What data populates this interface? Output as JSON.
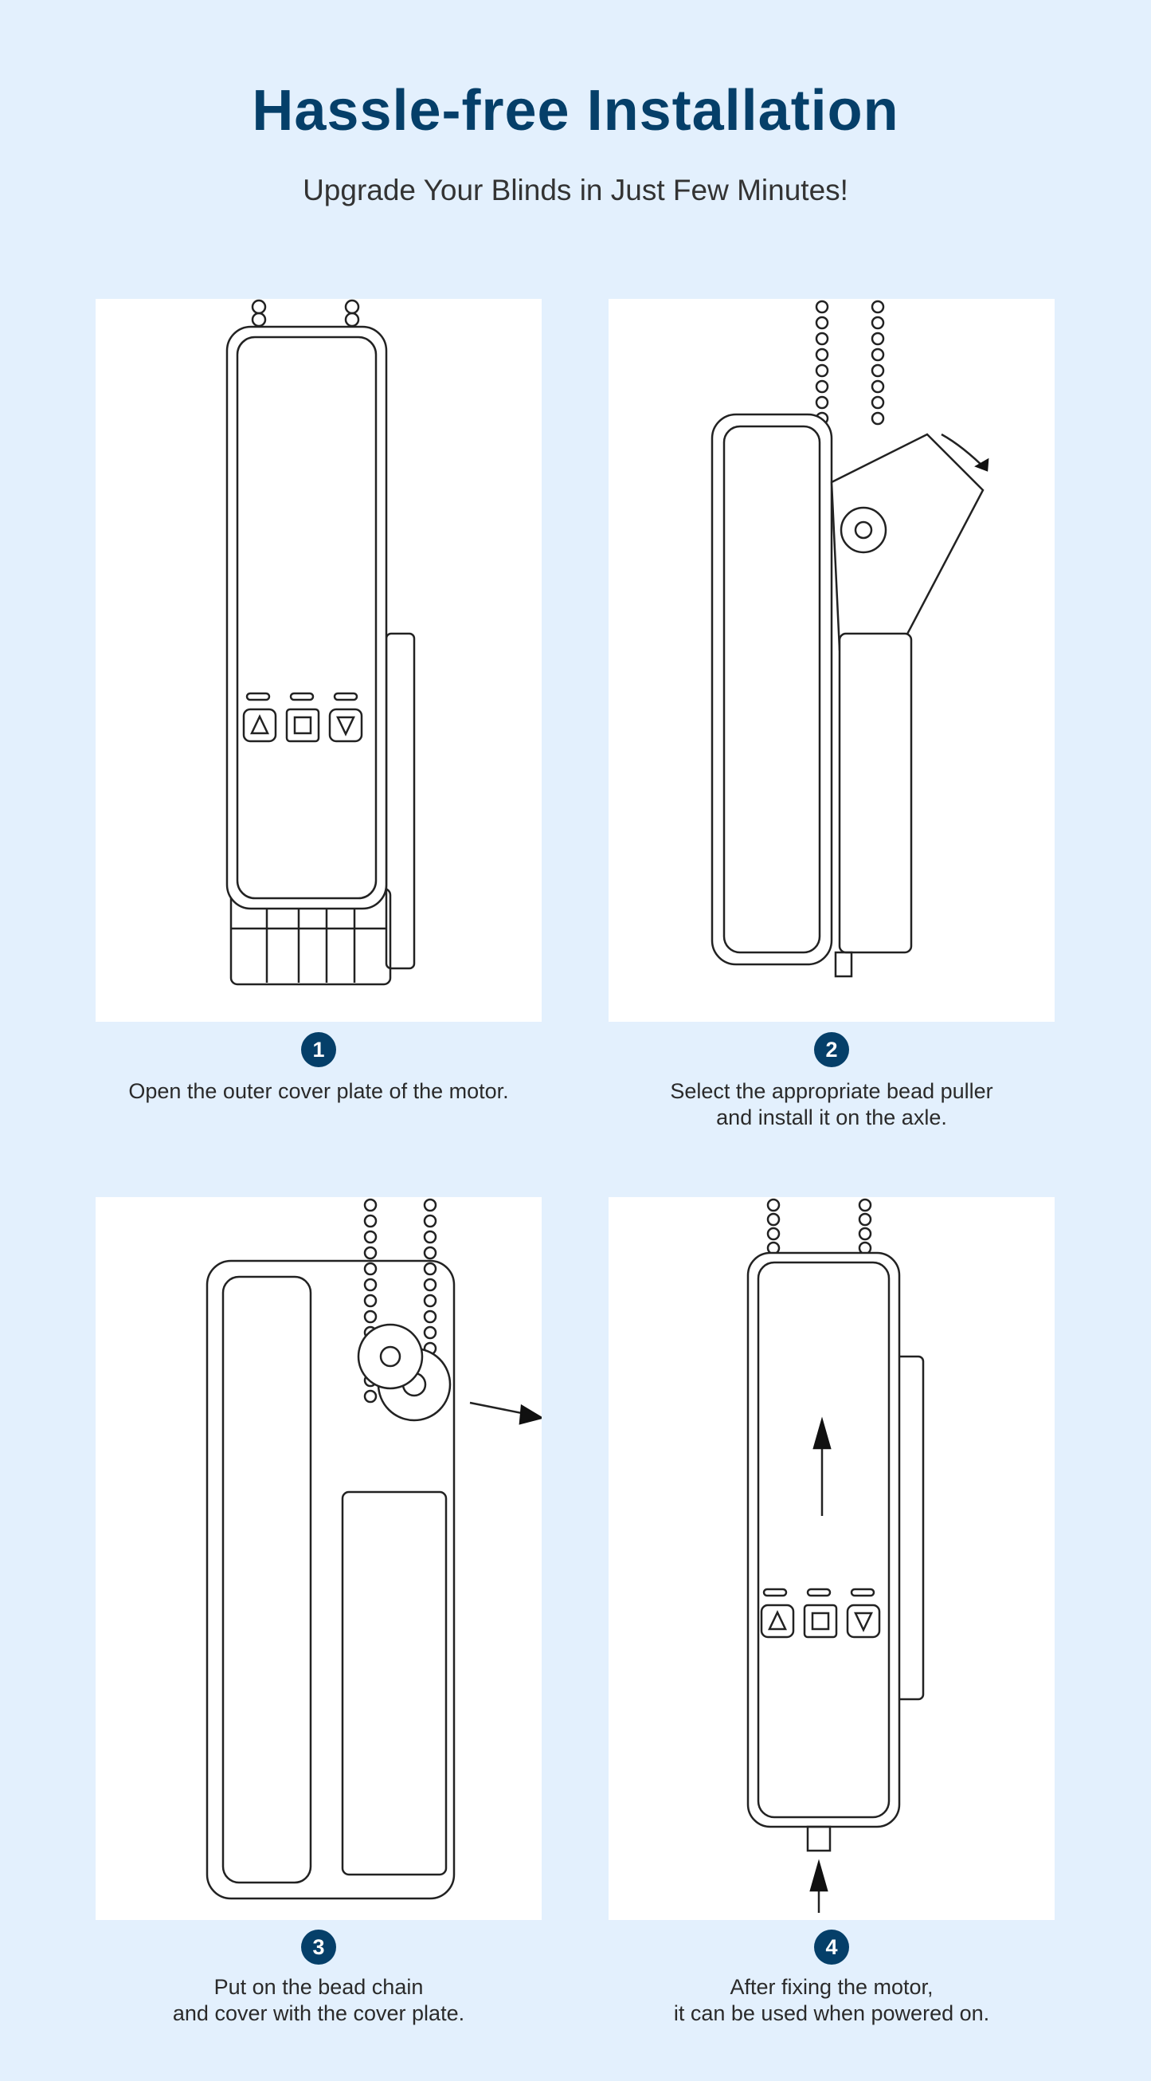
{
  "header": {
    "title": "Hassle-free Installation",
    "subtitle": "Upgrade Your Blinds in Just Few Minutes!"
  },
  "steps": [
    {
      "number": "1",
      "lines": [
        "Open the outer cover plate of the motor."
      ]
    },
    {
      "number": "2",
      "lines": [
        "Select the appropriate bead puller",
        "and install it on the axle."
      ]
    },
    {
      "number": "3",
      "lines": [
        "Put on the bead chain",
        "and cover with the cover plate."
      ]
    },
    {
      "number": "4",
      "lines": [
        "After fixing the motor,",
        "it can be used when powered on."
      ]
    }
  ],
  "colors": {
    "background": "#e3f0fd",
    "accent": "#053f69"
  }
}
